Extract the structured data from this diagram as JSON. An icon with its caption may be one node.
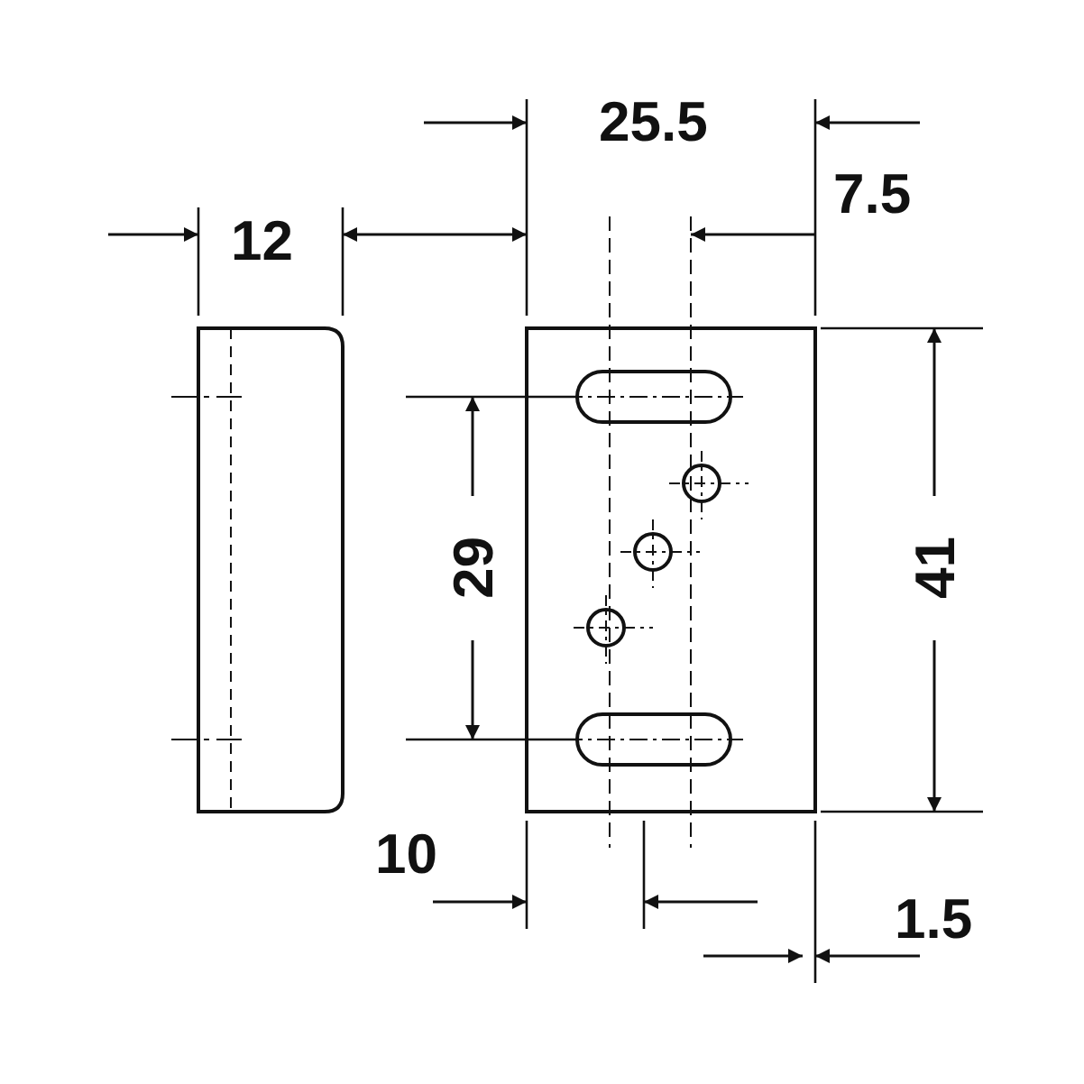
{
  "diagram": {
    "labels": [
      "25.5",
      "7.5",
      "12",
      "29",
      "41",
      "10",
      "1.5"
    ]
  }
}
